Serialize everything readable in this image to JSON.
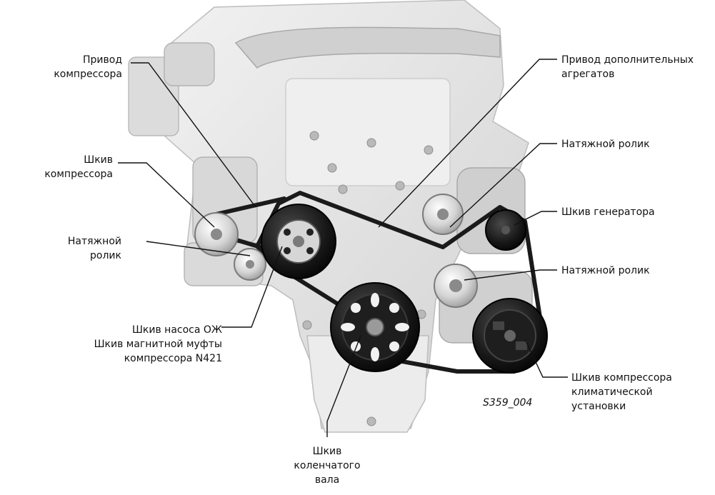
{
  "labels": {
    "compressor_drive": "Привод\nкомпрессора",
    "compressor_pulley": "Шкив\nкомпрессора",
    "tensioner_left": "Натяжной\nролик",
    "water_pump_pulley": "Шкив насоса ОЖ\nШкив магнитной муфты\nкомпрессора N421",
    "crankshaft_pulley": "Шкив\nколенчатого\nвала",
    "accessory_drive": "Привод дополнительных\nагрегатов",
    "tensioner_top_right": "Натяжной ролик",
    "generator_pulley": "Шкив генератора",
    "tensioner_mid_right": "Натяжной ролик",
    "ac_compressor_pulley": "Шкив компрессора\nклиматической\nустановки"
  },
  "figure_code": "S359_004",
  "colors": {
    "engine_body": "#e6e6e6",
    "engine_shadow": "#c4c4c4",
    "belt": "#1a1a1a",
    "pulley_dark": "#121212",
    "pulley_light": "#d8d8d8",
    "leader_line": "#111111"
  }
}
